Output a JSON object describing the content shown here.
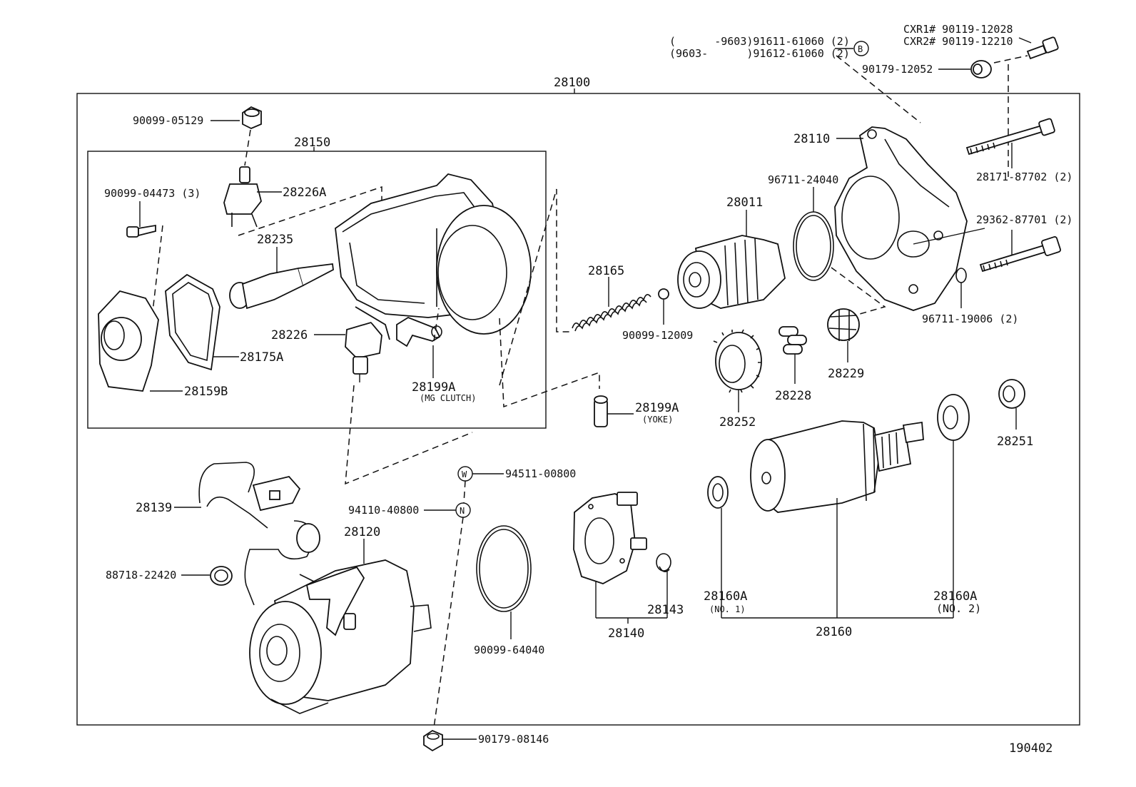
{
  "diagram_id": "190402",
  "assembly_label": "28100",
  "sub_assembly_label": "28150",
  "callouts": {
    "c90099_05129": "90099-05129",
    "c28150": "28150",
    "c90099_04473": "90099-04473 (3)",
    "c28226A": "28226A",
    "c28235": "28235",
    "c28226": "28226",
    "c28175A": "28175A",
    "c28159B": "28159B",
    "c28199A_mg": "28199A",
    "c28199A_mg_sub": "(MG CLUTCH)",
    "c28165": "28165",
    "c90099_12009": "90099-12009",
    "c28199A_yoke": "28199A",
    "c28199A_yoke_sub": "(YOKE)",
    "c28011": "28011",
    "c96711_24040": "96711-24040",
    "c28110": "28110",
    "c28171": "28171-87702 (2)",
    "c29362": "29362-87701 (2)",
    "c96711_19006": "96711-19006 (2)",
    "c28252": "28252",
    "c28228": "28228",
    "c28229": "28229",
    "c28251": "28251",
    "c94511": "94511-00800",
    "c94511_mark": "W",
    "c94110": "94110-40800",
    "c94110_mark": "N",
    "c28139": "28139",
    "c28120": "28120",
    "c88718": "88718-22420",
    "c90099_64040": "90099-64040",
    "c28143": "28143",
    "c28140": "28140",
    "c28160A_1": "28160A",
    "c28160A_1_sub": "(NO. 1)",
    "c28160A_2": "28160A",
    "c28160A_2_sub": "(NO. 2)",
    "c28160": "28160",
    "c90179_08146": "90179-08146",
    "c90179_12052": "90179-12052",
    "cxr1": "CXR1# 90119-12028",
    "cxr2": "CXR2# 90119-12210",
    "b_line1": "(      -9603)91611-61060 (2)",
    "b_line2": "(9603-      )91612-61060 (2)",
    "b_mark": "B"
  }
}
